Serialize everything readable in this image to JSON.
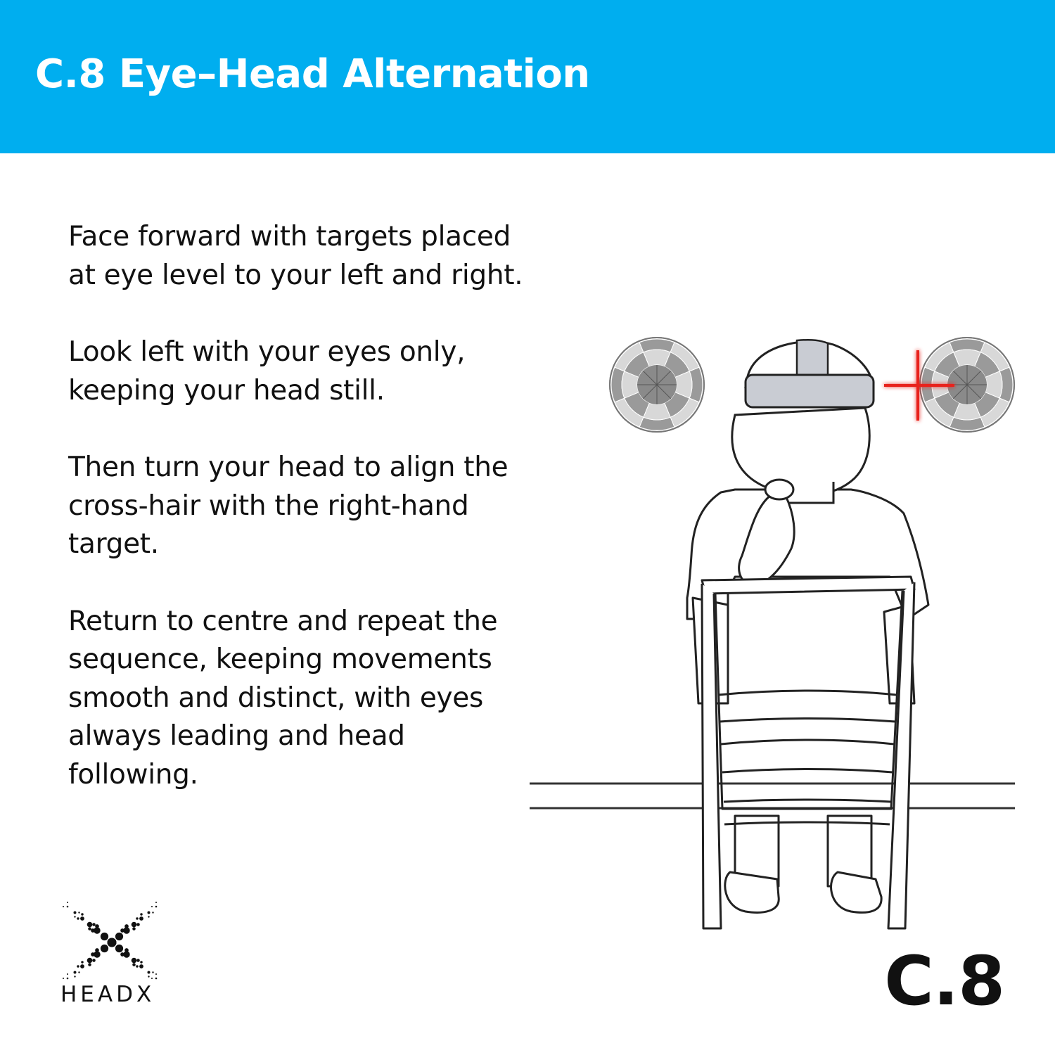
{
  "header": {
    "title": "C.8 Eye–Head Alternation",
    "accent_color": "#00aeef"
  },
  "instructions": [
    "Face forward with targets placed at eye level to your left and right.",
    "Look left with your eyes only, keeping your head still.",
    "Then turn your head to align the cross-hair with the right-hand target.",
    "Return to centre and repeat the sequence, keeping movements smooth and distinct, with eyes always leading and head following."
  ],
  "brand": {
    "name": "HEADX",
    "logo_icon": "dotted-x-logo"
  },
  "badge": {
    "code": "C.8"
  },
  "illustration": {
    "subject": "person-seated-on-chair-back-view",
    "targets": [
      "left-target-icon",
      "right-target-icon"
    ],
    "crosshair_color": "#e8231f"
  }
}
